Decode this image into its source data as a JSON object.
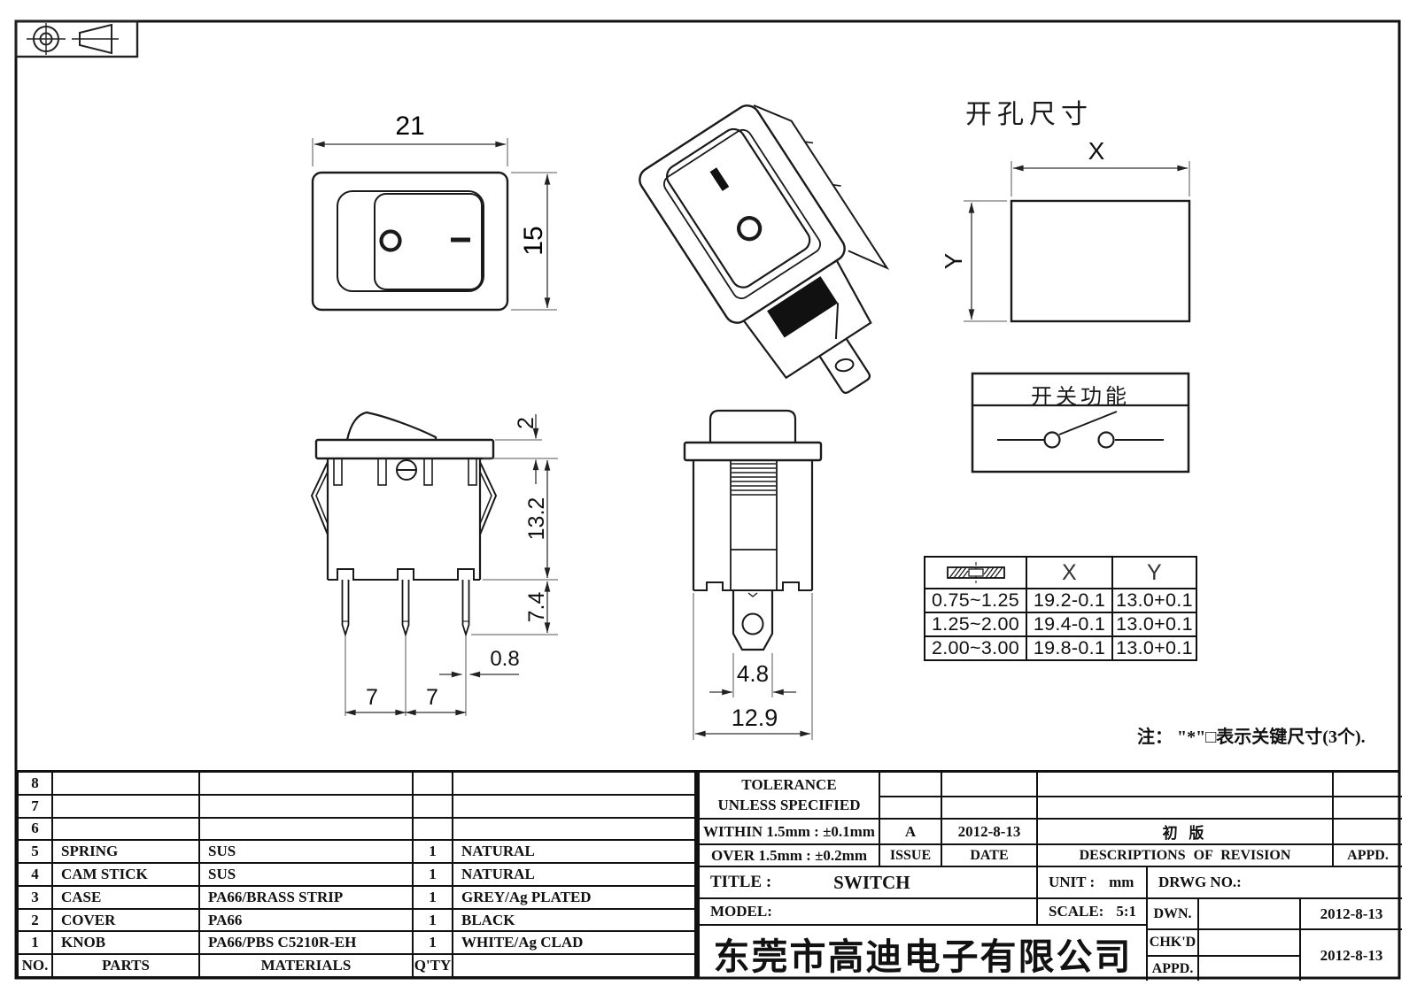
{
  "drawing": {
    "front_view": {
      "dim_width": "21",
      "dim_height": "15"
    },
    "cutout": {
      "title": "开孔尺寸",
      "dim_x": "X",
      "dim_y": "Y"
    },
    "function_box": {
      "title": "开关功能"
    },
    "side_view": {
      "dim_flange": "2",
      "dim_body": "13.2",
      "dim_pin": "7.4",
      "dim_pin_width": "0.8",
      "dim_pitch1": "7",
      "dim_pitch2": "7"
    },
    "end_view": {
      "dim_tab": "4.8",
      "dim_width": "12.9"
    },
    "note": "注： \"*\"□表示关键尺寸(3个)."
  },
  "panel_table": {
    "col_x": "X",
    "col_y": "Y",
    "rows": [
      [
        "0.75~1.25",
        "19.2-0.1",
        "13.0+0.1"
      ],
      [
        "1.25~2.00",
        "19.4-0.1",
        "13.0+0.1"
      ],
      [
        "2.00~3.00",
        "19.8-0.1",
        "13.0+0.1"
      ]
    ]
  },
  "parts_table": {
    "headers": [
      "NO.",
      "PARTS",
      "MATERIALS",
      "Q'TY",
      ""
    ],
    "rows": [
      [
        "8",
        "",
        "",
        "",
        ""
      ],
      [
        "7",
        "",
        "",
        "",
        ""
      ],
      [
        "6",
        "",
        "",
        "",
        ""
      ],
      [
        "5",
        "SPRING",
        "SUS",
        "1",
        "NATURAL"
      ],
      [
        "4",
        "CAM STICK",
        "SUS",
        "1",
        "NATURAL"
      ],
      [
        "3",
        "CASE",
        "PA66/BRASS STRIP",
        "1",
        "GREY/Ag PLATED"
      ],
      [
        "2",
        "COVER",
        "PA66",
        "1",
        "BLACK"
      ],
      [
        "1",
        "KNOB",
        "PA66/PBS C5210R-EH",
        "1",
        "WHITE/Ag CLAD"
      ]
    ]
  },
  "title_block": {
    "tolerance_line1": "TOLERANCE",
    "tolerance_line2": "UNLESS  SPECIFIED",
    "within": "WITHIN 1.5mm : ±0.1mm",
    "over": "OVER 1.5mm : ±0.2mm",
    "issue_value": "A",
    "issue_label": "ISSUE",
    "date_value": "2012-8-13",
    "date_label": "DATE",
    "revision_value": "初  版",
    "revision_label": "DESCRIPTIONS OF REVISION",
    "appd_label": "APPD.",
    "title_label": "TITLE :",
    "title_value": "SWITCH",
    "unit_label": "UNIT :",
    "unit_value": "mm",
    "drwg_label": "DRWG NO.:",
    "model_label": "MODEL:",
    "scale_label": "SCALE:",
    "scale_value": "5:1",
    "dwn_label": "DWN.",
    "dwn_date": "2012-8-13",
    "chkd_label": "CHK'D",
    "chkd_date": "2012-8-13",
    "appd2_label": "APPD.",
    "company": "东莞市高迪电子有限公司"
  }
}
